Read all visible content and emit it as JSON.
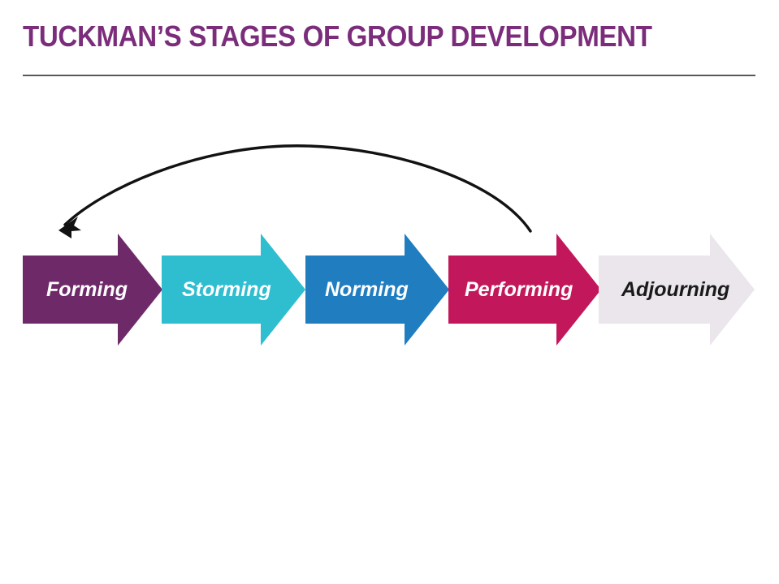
{
  "slide": {
    "title": "TUCKMAN’S STAGES OF GROUP DEVELOPMENT",
    "background_color": "#FFFFFF",
    "title_color": "#7B2D7B",
    "rule_color": "#595959"
  },
  "diagram": {
    "type": "process-flow",
    "orientation": "left-to-right",
    "shape": "chevron-arrow",
    "stage_count": 5,
    "stages": [
      {
        "index": 1,
        "label": "Forming",
        "fill": "#6E2A68",
        "text_color": "#FFFFFF",
        "text_weight": "bold"
      },
      {
        "index": 2,
        "label": "Storming",
        "fill": "#2FBDD0",
        "text_color": "#FFFFFF",
        "text_weight": "bold"
      },
      {
        "index": 3,
        "label": "Norming",
        "fill": "#1F7DC0",
        "text_color": "#FFFFFF",
        "text_weight": "bold"
      },
      {
        "index": 4,
        "label": "Performing",
        "fill": "#C2185B",
        "text_color": "#FFFFFF",
        "text_weight": "bold"
      },
      {
        "index": 5,
        "label": "Adjourning",
        "fill": "#EAE6EC",
        "text_color": "#1A1A1A",
        "text_weight": "semibold"
      }
    ],
    "feedback_arc": {
      "name": "feedback-loop-arrow",
      "color": "#121212",
      "direction": "right-to-left",
      "from_stage": "Performing",
      "to_stage": "Forming",
      "has_arrowhead": true,
      "arrowhead_end": "left"
    }
  }
}
